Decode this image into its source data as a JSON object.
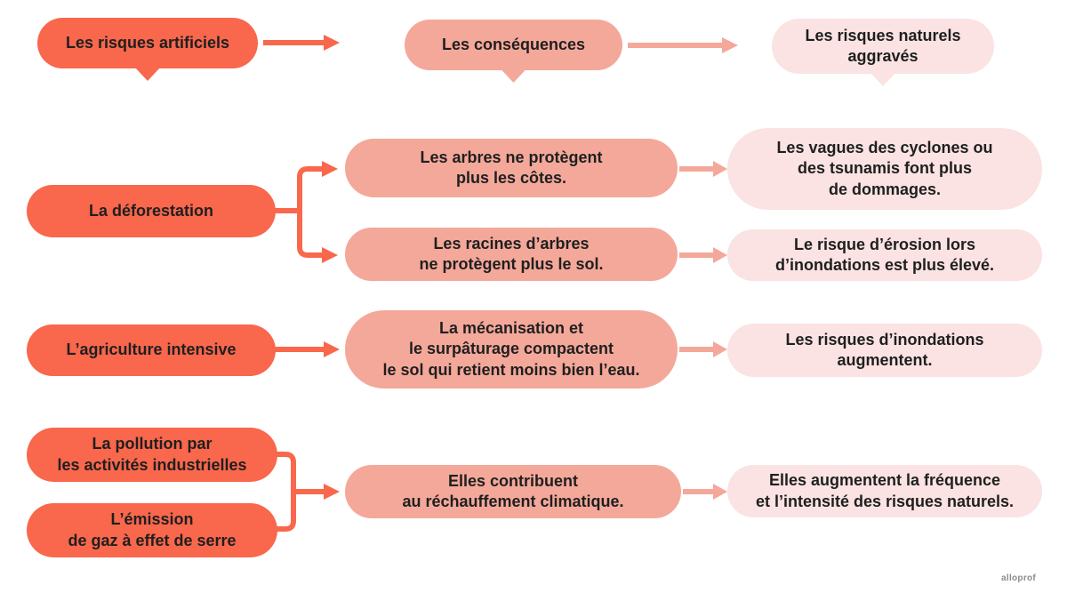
{
  "colors": {
    "red": "#f9674c",
    "salmon": "#f4a89a",
    "pink": "#fae3e2",
    "text": "#1f1f1f",
    "background": "#ffffff",
    "watermark": "#8b8b8b"
  },
  "header": {
    "artificial_risks": "Les risques artificiels",
    "consequences": "Les conséquences",
    "natural_risks": "Les risques naturels\naggravés"
  },
  "causes": {
    "deforestation": "La déforestation",
    "agriculture": "L’agriculture intensive",
    "pollution": "La pollution par\nles activités industrielles",
    "emission": "L’émission\nde gaz à effet de serre"
  },
  "consequences": {
    "coasts": "Les arbres ne protègent\nplus les côtes.",
    "soil": "Les racines d’arbres\nne protègent plus le sol.",
    "compaction": "La mécanisation et\nle surpâturage compactent\nle sol qui retient moins bien l’eau.",
    "warming": "Elles contribuent\nau réchauffement climatique."
  },
  "risks": {
    "waves": "Les vagues des cyclones ou\ndes tsunamis font plus\nde dommages.",
    "erosion": "Le risque d’érosion lors\nd’inondations est plus élevé.",
    "floods": "Les risques d’inondations\naugmentent.",
    "frequency": "Elles augmentent la fréquence\net l’intensité des risques naturels."
  },
  "watermark": "alloprof"
}
